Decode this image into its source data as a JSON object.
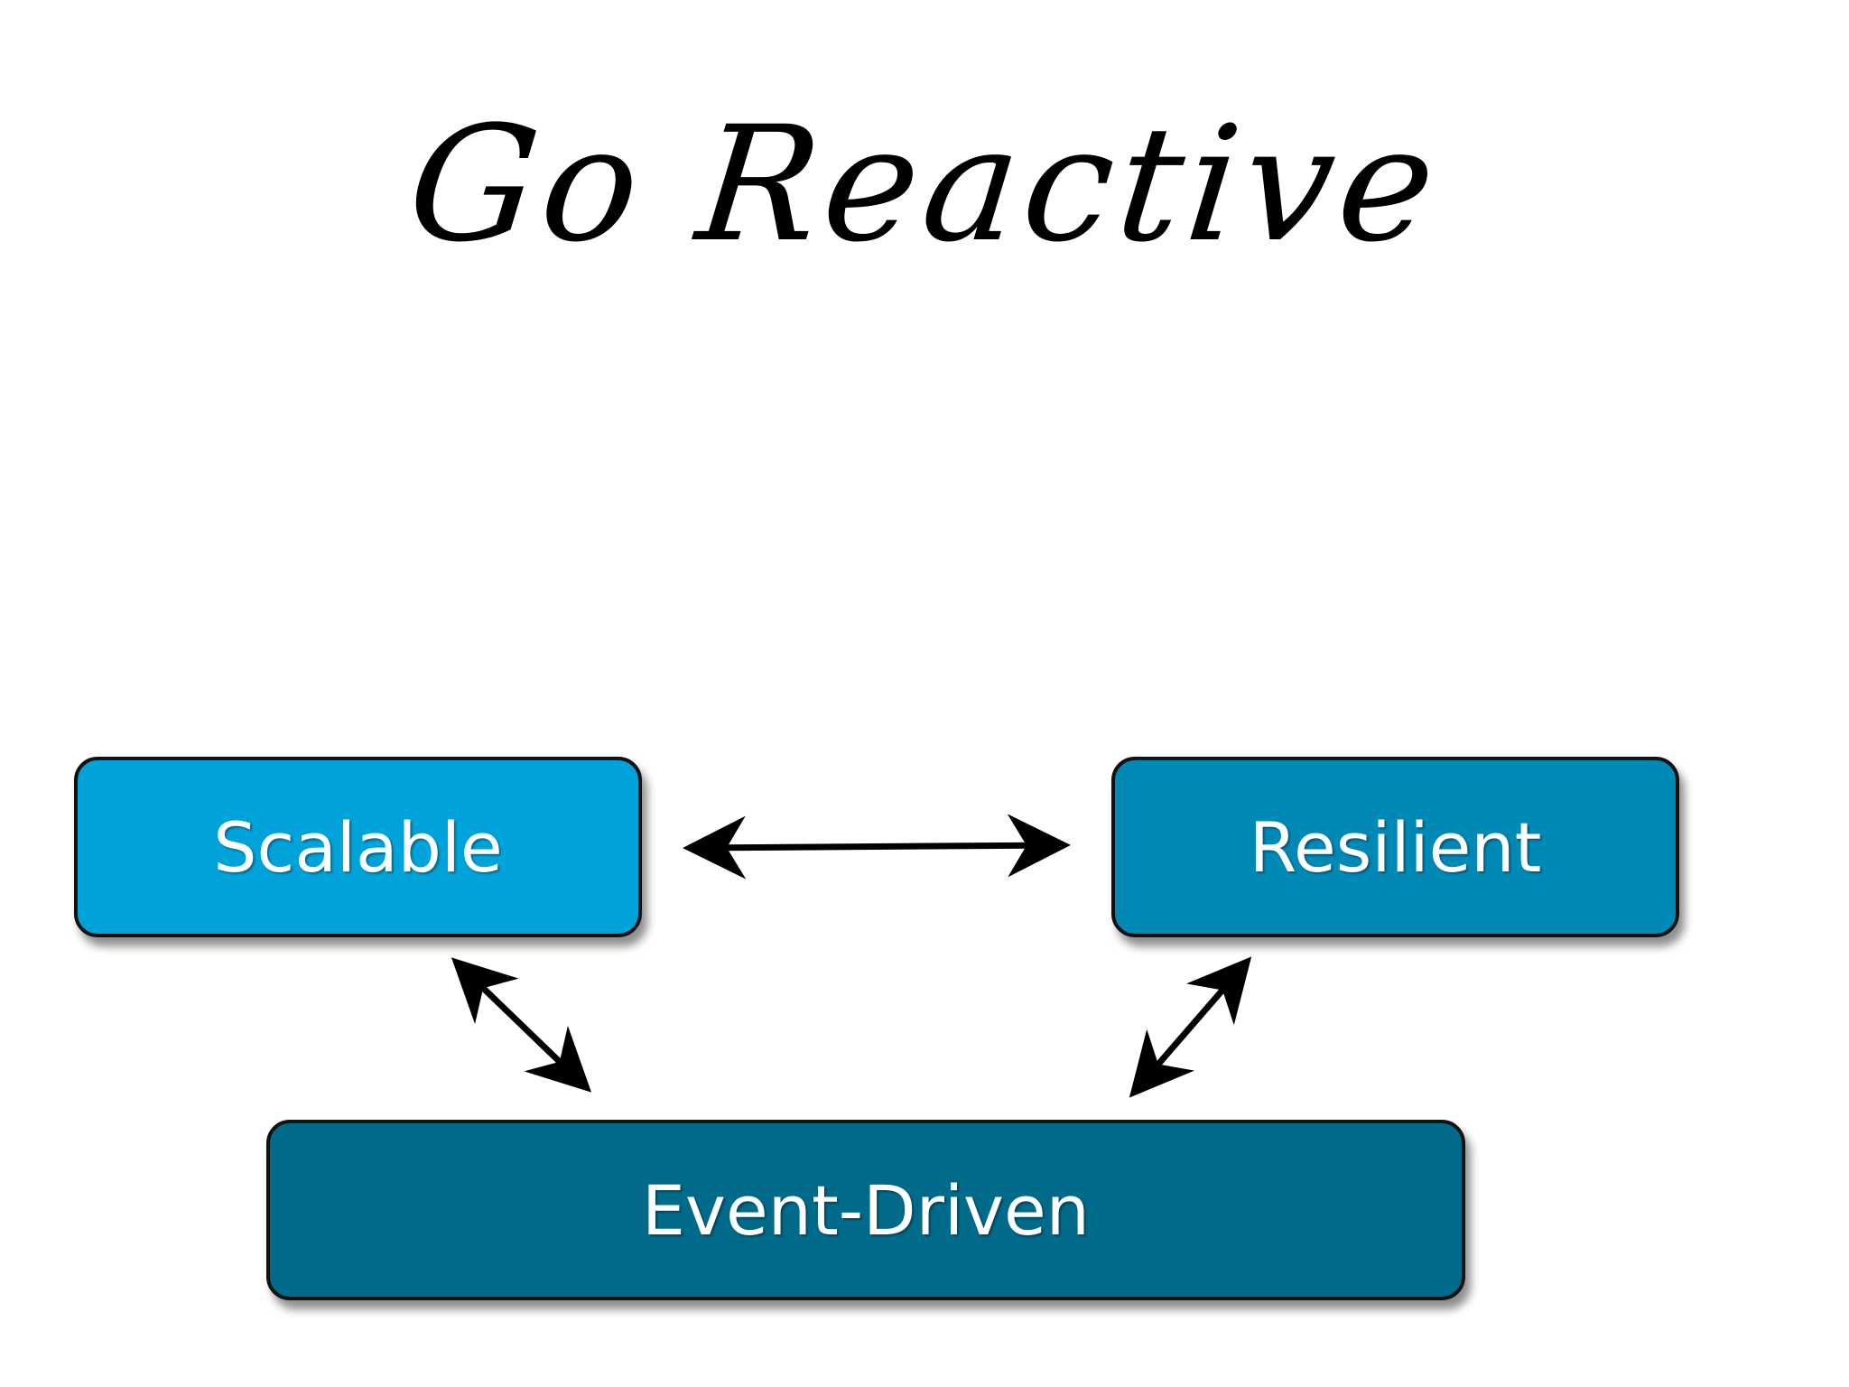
{
  "title": "Go Reactive",
  "nodes": [
    {
      "id": "scalable",
      "label": "Scalable",
      "color": "#00A3D9"
    },
    {
      "id": "resilient",
      "label": "Resilient",
      "color": "#0089B5"
    },
    {
      "id": "event_driven",
      "label": "Event-Driven",
      "color": "#006A8A"
    }
  ],
  "edges": [
    {
      "from": "scalable",
      "to": "resilient",
      "direction": "both"
    },
    {
      "from": "scalable",
      "to": "event_driven",
      "direction": "both"
    },
    {
      "from": "resilient",
      "to": "event_driven",
      "direction": "both"
    }
  ],
  "colors": {
    "background": "#ffffff",
    "arrow": "#000000",
    "box_border": "#111111",
    "box_text": "#ffffff"
  }
}
